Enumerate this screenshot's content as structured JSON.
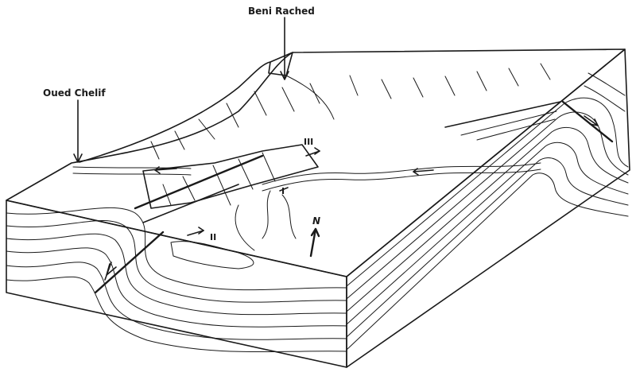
{
  "diagram": {
    "labels": {
      "beni_rached": "Beni Rached",
      "oued_chelif": "Oued Chelif",
      "north": "N",
      "site_1": "I",
      "site_2": "II",
      "site_3": "III"
    },
    "colors": {
      "ink": "#1a1a1a",
      "paper": "#ffffff",
      "stipple": "#9a9a9a"
    }
  }
}
